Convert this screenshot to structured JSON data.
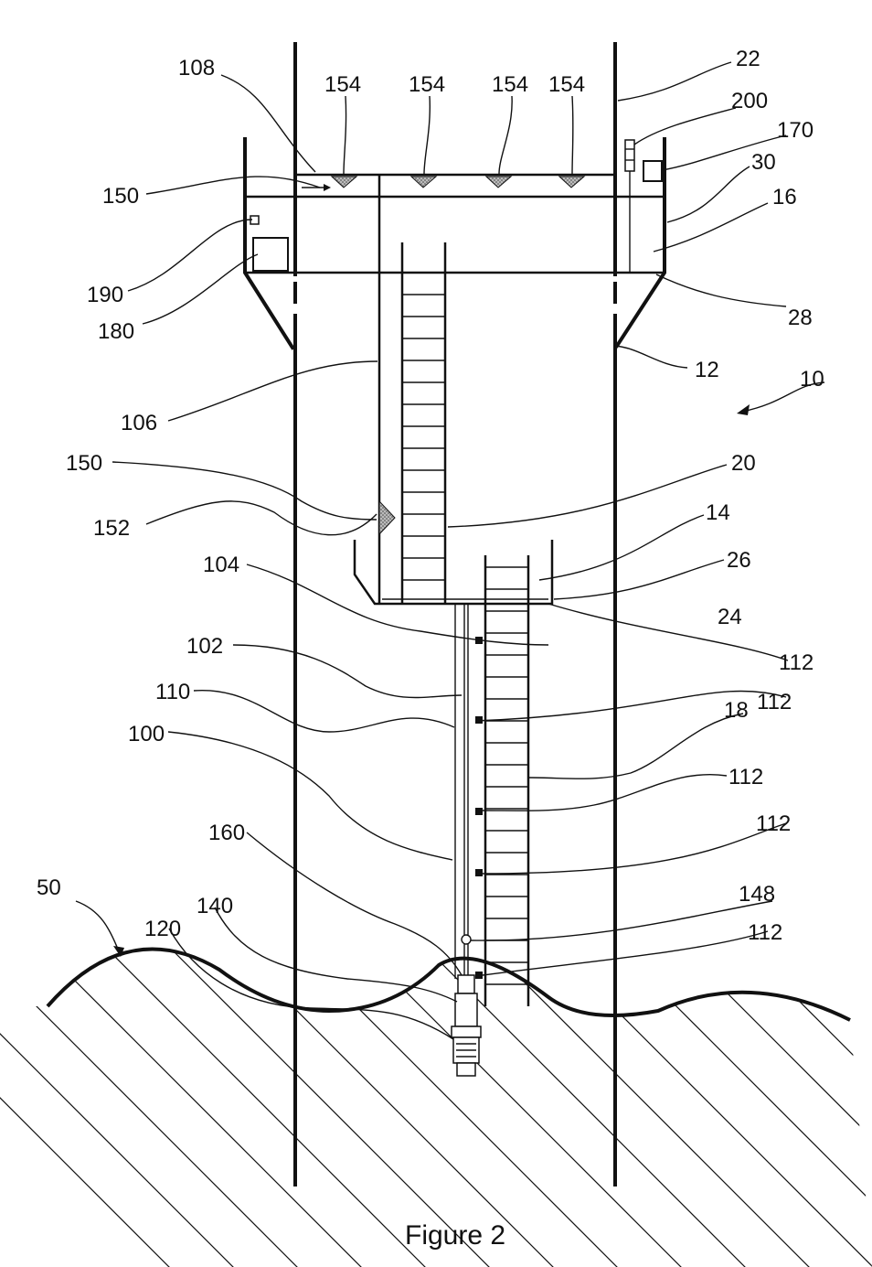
{
  "caption": "Figure 2",
  "labels": {
    "l108": "108",
    "l154a": "154",
    "l154b": "154",
    "l154c": "154",
    "l154d": "154",
    "l22": "22",
    "l200": "200",
    "l170": "170",
    "l30": "30",
    "l16": "16",
    "l150a": "150",
    "l190": "190",
    "l180": "180",
    "l28": "28",
    "l12": "12",
    "l10": "10",
    "l106": "106",
    "l20": "20",
    "l150b": "150",
    "l14": "14",
    "l152": "152",
    "l26": "26",
    "l104": "104",
    "l24": "24",
    "l102": "102",
    "l112a": "112",
    "l110": "110",
    "l112b": "112",
    "l100": "100",
    "l18": "18",
    "l112c": "112",
    "l112d": "112",
    "l160": "160",
    "l148": "148",
    "l50": "50",
    "l140": "140",
    "l112e": "112",
    "l120": "120"
  }
}
